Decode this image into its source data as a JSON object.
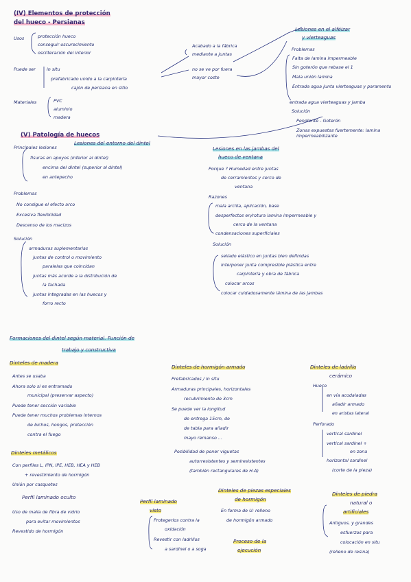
{
  "colors": {
    "ink": "#1f2a6e",
    "pink_highlight": "#ec78a0",
    "teal_highlight": "#50c8d2",
    "yellow_highlight": "#f5e13c"
  },
  "sec4": {
    "title1": "(IV) Elementos de protección",
    "title2": "del hueco - Persianas",
    "usos_label": "Usos",
    "usos": [
      "protección hueco",
      "conseguir oscurecimiento",
      "oscilteración del interior"
    ],
    "puede_label": "Puede ser",
    "puede": [
      "in situ",
      "prefabricado unido a la carpintería",
      "cajón de persiana en sitio"
    ],
    "mid": [
      "Acabado a la fábrica",
      "mediante a juntas",
      "no se ve por fuera",
      "mayor coste"
    ],
    "materiales_label": "Materiales",
    "materiales": [
      "PVC",
      "aluminio",
      "madera"
    ]
  },
  "right_top": {
    "title1": "Lesiones en el alféizar",
    "title2": "y vierteaguas",
    "problemas_label": "Problemas",
    "problemas": [
      "Falta de lamina impermeable",
      "Sin goterón que rebase el 1",
      "Mala unión lamina",
      "Entrada agua junta vierteaguas y paramento",
      "entrada agua vierteaguas y jamba"
    ],
    "solucion_label": "Solución",
    "solucion": [
      "Pendiente - Goterón",
      "Zonas expuestas fuertemente: lamina impermeabilizante"
    ]
  },
  "sec5": {
    "title": "(V) Patología de huecos",
    "subtitle": "Lesiones del entorno del dintel",
    "lesiones_label": "Principales lesiones",
    "lesiones": [
      "fisuras en apoyos (inferior al dintel)",
      "encima del dintel (superior al dintel)",
      "en antepecho"
    ],
    "problemas_label": "Problemas",
    "problemas": [
      "No consigue el efecto arco",
      "Excesiva flexibilidad",
      "Descenso de los macizos"
    ],
    "solucion_label": "Solución",
    "solucion": [
      "armaduras suplementarias",
      "juntas de control o movimiento",
      "paralelas que coincidan",
      "juntas más acorde a la distribución de",
      "la fachada",
      "juntas integradas en las huecos y",
      "forro recto"
    ]
  },
  "jambas": {
    "title1": "Lesiones en las jambas del",
    "title2": "hueco de ventana",
    "porque": [
      "Porque ? Humedad entre juntas",
      "de cerramientos y cerco de",
      "ventana"
    ],
    "razones_label": "Razones",
    "razones": [
      "mala arcilla, aplicación, base",
      "desperfectos en/rotura lamina impermeable y",
      "cerco de la ventana",
      "condensaciones superficiales"
    ],
    "solucion_label": "Solución",
    "solucion": [
      "sellado elástico en juntas bien definidas",
      "interponer junta compresible plástica entre",
      "carpintería y obra de fábrica",
      "colocar arcos",
      "colocar cuidadosamente lámina de las jambas"
    ]
  },
  "formacion": {
    "title1": "Formaciones del dintel según material. Función de",
    "title2": "trabajo y constructiva"
  },
  "madera": {
    "title": "Dinteles de madera",
    "items": [
      "Antes se usaba",
      "Ahora solo si es entramado",
      "municipal (preservar aspecto)",
      "Puede tener sección variable",
      "Puede tener muchos problemas internos",
      "de bichos, hongos, protección",
      "contra el fuego"
    ]
  },
  "metalicos": {
    "title": "Dinteles metálicos",
    "items": [
      "Con perfiles L, IPN, IPE, HEB, HEA y HEB",
      "+ revestimiento de hormigón",
      "Unión por casquetes"
    ],
    "perfil_label": "Perfil laminado oculto",
    "perfil_items": [
      "Uso de malla de fibra de vidrio",
      "para evitar movimientos",
      "Revestido de hormigón"
    ]
  },
  "hormigon": {
    "title": "Dinteles de hormigón armado",
    "items": [
      "Prefabricados / in situ",
      "Armaduras principales, horizontales",
      "recubrimiento de 3cm",
      "Se puede ver la longitud",
      "de entrega 15cm, de",
      "de tabla para añadir",
      "mayo remanso ..."
    ],
    "extra": [
      "Posibilidad de poner viguetas",
      "autorresistentes y semiresistentes",
      "(también rectangulares de H.A)"
    ]
  },
  "ladrillo": {
    "title1": "Dinteles de ladrillo",
    "title2": "cerámico",
    "hueco_label": "Hueco",
    "hueco": [
      "en vía acodaladas",
      "añadir armado",
      "en aristas lateral"
    ],
    "perforado_label": "Perforado",
    "perforado": [
      "vertical sardinel",
      "vertical sardinel +",
      "en zona",
      "horizontal sardinel",
      "(corte de la pieza)"
    ]
  },
  "vista": {
    "title1": "Perfil laminado",
    "title2": "visto",
    "items": [
      "Protegerlos contra la",
      "oxidación",
      "Revestir con ladrillos",
      "a sardinel o a soga"
    ]
  },
  "fibrocem": {
    "title1": "Dinteles de piezas especiales",
    "title2": "de hormigón",
    "items": [
      "En forma de U: relleno",
      "de hormigón armado"
    ]
  },
  "proceso": {
    "title1": "Proceso de la",
    "title2": "ejecución"
  },
  "piedra": {
    "title1": "Dinteles de piedra",
    "title2": "natural o",
    "title3": "artificiales",
    "items": [
      "Antiguos, y grandes",
      "esfuerzos para",
      "colocación en situ",
      "(relleno de resina)"
    ]
  }
}
